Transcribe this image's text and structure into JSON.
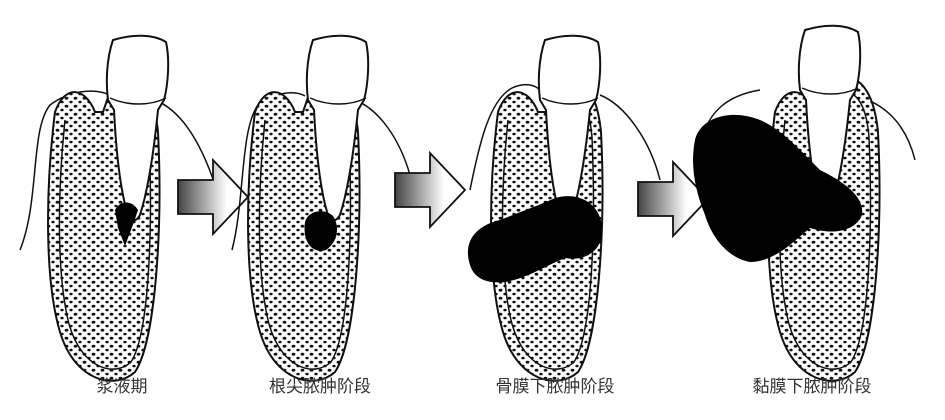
{
  "stages": [
    {
      "label": "浆液期"
    },
    {
      "label": "根尖脓肿阶段"
    },
    {
      "label": "骨膜下脓肿阶段"
    },
    {
      "label": "黏膜下脓肿阶段"
    }
  ],
  "colors": {
    "line": "#1a1a1a",
    "abscess": "#000000",
    "background": "#ffffff",
    "arrow_dark": "#555555",
    "arrow_light": "#ffffff"
  },
  "icons": {
    "arrow": "right-arrow-icon"
  }
}
